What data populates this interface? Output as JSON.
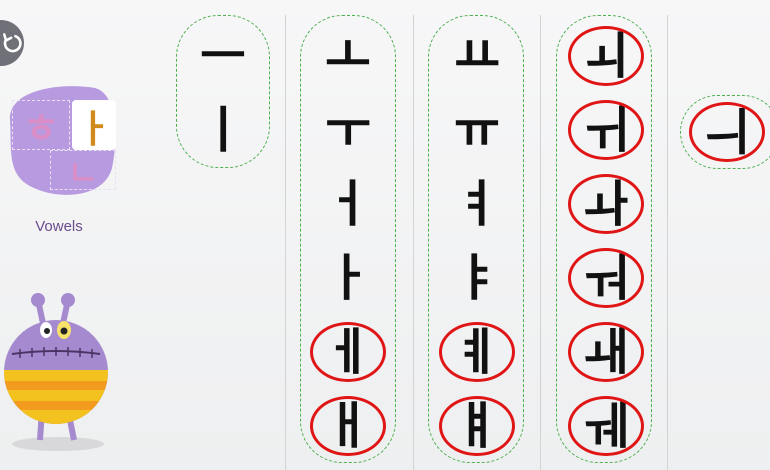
{
  "sidebar": {
    "back_icon": "back-arrow-icon",
    "menu_label": "Vowels",
    "tiles": [
      "ㅎ",
      "ㅏ",
      "ㄴ"
    ]
  },
  "columns": [
    {
      "items": [
        {
          "char": "ㅡ",
          "circled": false
        },
        {
          "char": "ㅣ",
          "circled": false
        }
      ]
    },
    {
      "items": [
        {
          "char": "ㅗ",
          "circled": false
        },
        {
          "char": "ㅜ",
          "circled": false
        },
        {
          "char": "ㅓ",
          "circled": false
        },
        {
          "char": "ㅏ",
          "circled": false
        },
        {
          "char": "ㅔ",
          "circled": true
        },
        {
          "char": "ㅐ",
          "circled": true
        }
      ]
    },
    {
      "items": [
        {
          "char": "ㅛ",
          "circled": false
        },
        {
          "char": "ㅠ",
          "circled": false
        },
        {
          "char": "ㅕ",
          "circled": false
        },
        {
          "char": "ㅑ",
          "circled": false
        },
        {
          "char": "ㅖ",
          "circled": true
        },
        {
          "char": "ㅒ",
          "circled": true
        }
      ]
    },
    {
      "items": [
        {
          "char": "ㅚ",
          "circled": true
        },
        {
          "char": "ㅟ",
          "circled": true
        },
        {
          "char": "ㅘ",
          "circled": true
        },
        {
          "char": "ㅝ",
          "circled": true
        },
        {
          "char": "ㅙ",
          "circled": true
        },
        {
          "char": "ㅞ",
          "circled": true
        }
      ]
    },
    {
      "items": [
        {
          "char": "ㅢ",
          "circled": true
        }
      ]
    }
  ],
  "colors": {
    "group_border": "#4fb04f",
    "circle": "#e01515",
    "character_body": "#a58ad0",
    "character_stripe": "#f4c21f",
    "tile_background": "#b79ae0"
  }
}
